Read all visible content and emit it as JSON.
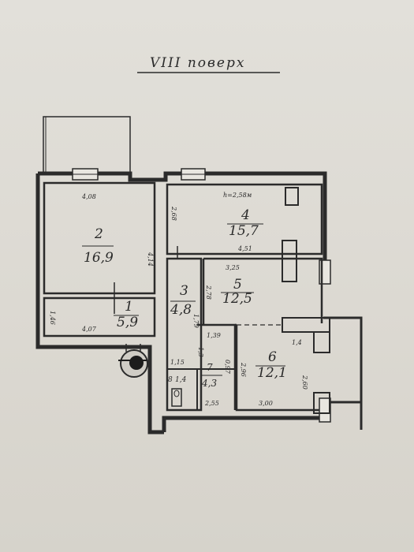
{
  "title": "VIII поверх",
  "ceiling_height": "h=2,58м",
  "rooms": [
    {
      "number": "1",
      "area": "5,9"
    },
    {
      "number": "2",
      "area": "16,9"
    },
    {
      "number": "3",
      "area": "4,8"
    },
    {
      "number": "4",
      "area": "15,7"
    },
    {
      "number": "5",
      "area": "12,5"
    },
    {
      "number": "6",
      "area": "12,1"
    },
    {
      "number": "7",
      "area": "4,3"
    },
    {
      "number": "8",
      "area": "1,4"
    }
  ],
  "dimensions": {
    "d408": "4,08",
    "d414": "4,14",
    "d146": "1,46",
    "d407": "4,07",
    "d268": "2,68",
    "d451": "4,51",
    "d325": "3,25",
    "d278": "2,78",
    "d179": "1,79",
    "d139": "1,39",
    "d115": "1,15",
    "d097": "0,97",
    "d296": "2,96",
    "d255": "2,55",
    "d300": "3,00",
    "d260": "2,60",
    "d14": "1,4",
    "d13": "1,3"
  }
}
